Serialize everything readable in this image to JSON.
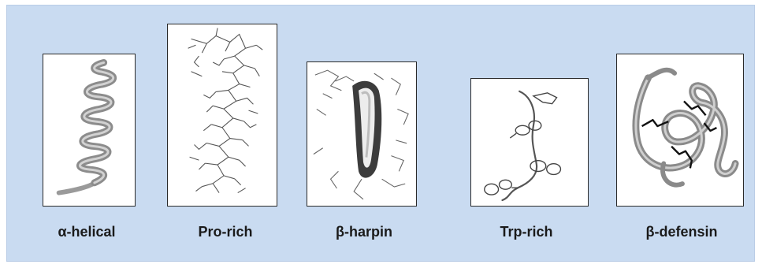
{
  "structures": [
    {
      "id": "alpha-helical",
      "label": "α-helical",
      "icon": "alpha-helix-icon"
    },
    {
      "id": "pro-rich",
      "label": "Pro-rich",
      "icon": "proline-rich-chain-icon"
    },
    {
      "id": "beta-harpin",
      "label": "β-harpin",
      "icon": "beta-hairpin-icon"
    },
    {
      "id": "trp-rich",
      "label": "Trp-rich",
      "icon": "tryptophan-rich-chain-icon"
    },
    {
      "id": "beta-defensin",
      "label": "β-defensin",
      "icon": "beta-defensin-icon"
    }
  ],
  "colors": {
    "background": "#c9dbf1",
    "ribbon": "#8c8c8c",
    "ribbon_dark": "#3a3a3a",
    "disulfide": "#111111"
  }
}
